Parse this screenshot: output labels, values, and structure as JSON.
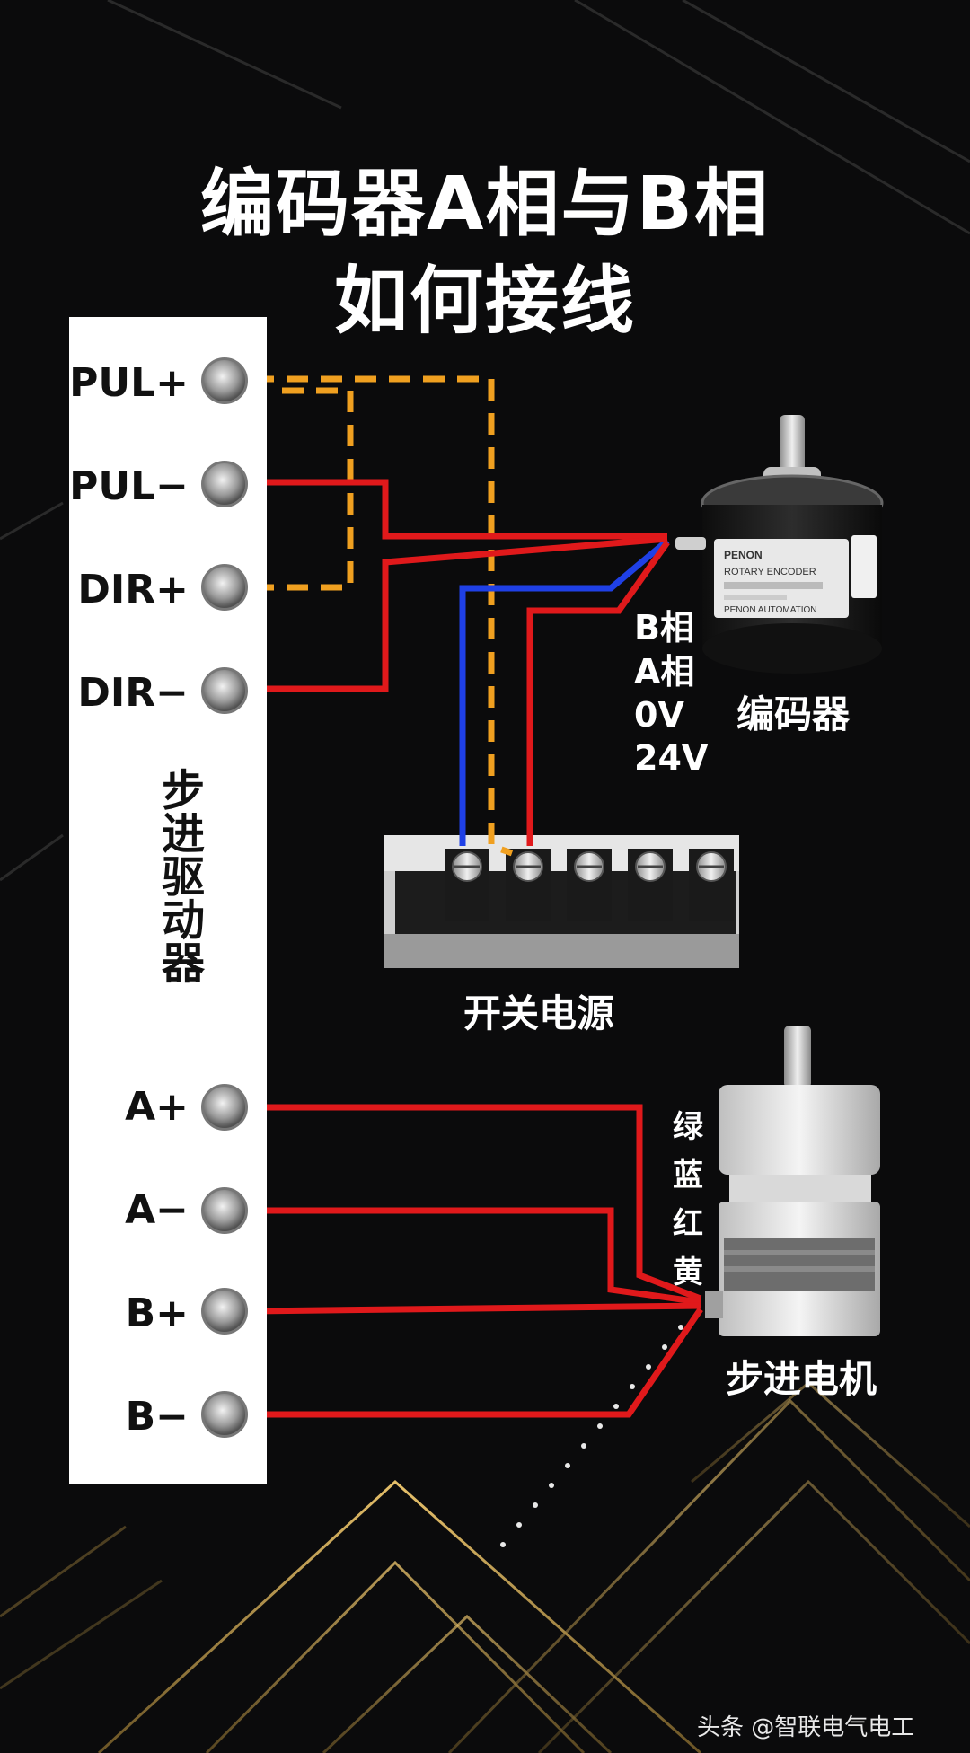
{
  "title": {
    "line1": "编码器A相与B相",
    "line2": "如何接线"
  },
  "driver": {
    "label": "步进驱动器",
    "terminals": [
      "PUL+",
      "PUL−",
      "DIR+",
      "DIR−",
      "A+",
      "A−",
      "B+",
      "B−"
    ]
  },
  "encoder": {
    "caption": "编码器",
    "brand": "PENON",
    "model_text": "ROTARY ENCODER",
    "maker_text": "PENON AUTOMATION",
    "wire_labels": [
      "B相",
      "A相",
      "0V",
      "24V"
    ]
  },
  "power_supply": {
    "caption": "开关电源"
  },
  "motor": {
    "caption": "步进电机",
    "wire_colors": [
      "绿",
      "蓝",
      "红",
      "黄"
    ]
  },
  "watermark": "头条 @智联电气电工",
  "colors": {
    "background": "#0b0b0c",
    "signal_wire": "#e0191b",
    "dashed_wire": "#f0a020",
    "blue_wire": "#1f40e6",
    "gold_lines": "#c9a24a"
  }
}
